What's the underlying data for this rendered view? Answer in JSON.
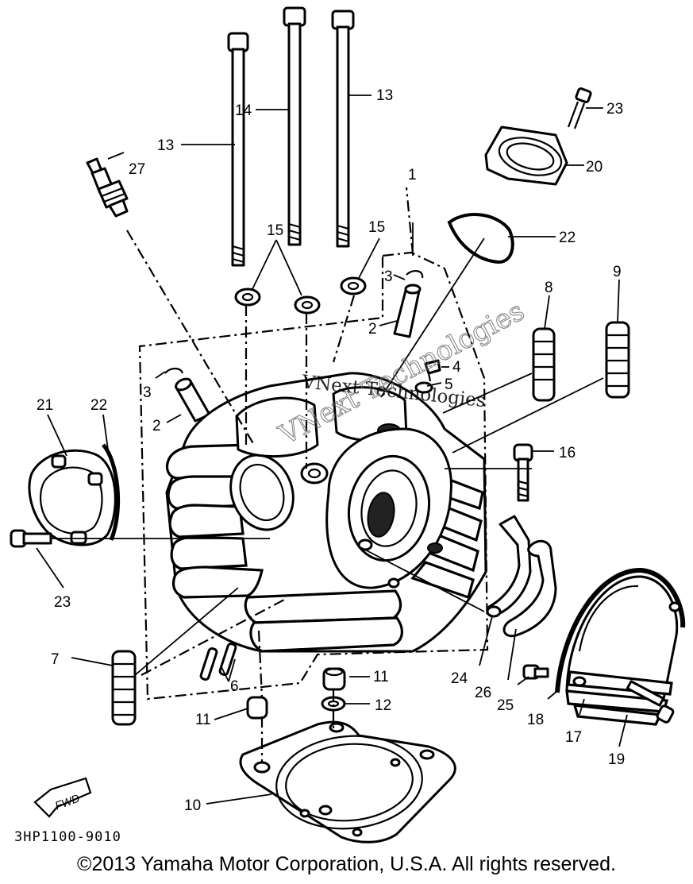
{
  "diagram": {
    "callouts": {
      "c1": "1",
      "c2a": "2",
      "c2b": "2",
      "c3a": "3",
      "c3b": "3",
      "c4": "4",
      "c5": "5",
      "c6": "6",
      "c7": "7",
      "c8": "8",
      "c9": "9",
      "c10": "10",
      "c11a": "11",
      "c11b": "11",
      "c12": "12",
      "c13a": "13",
      "c13b": "13",
      "c14": "14",
      "c15a": "15",
      "c15b": "15",
      "c16": "16",
      "c17": "17",
      "c18": "18",
      "c19": "19",
      "c20": "20",
      "c21": "21",
      "c22a": "22",
      "c22b": "22",
      "c23a": "23",
      "c23b": "23",
      "c24": "24",
      "c25": "25",
      "c26": "26",
      "c27": "27"
    },
    "fwd_badge": "FWD",
    "watermark": {
      "line1": "VNext Technologies",
      "line2": "VNext Technologies"
    },
    "part_code": "3HP1100-9010"
  },
  "footer": {
    "copyright": "©2013 Yamaha Motor Corporation, U.S.A. All rights reserved."
  }
}
